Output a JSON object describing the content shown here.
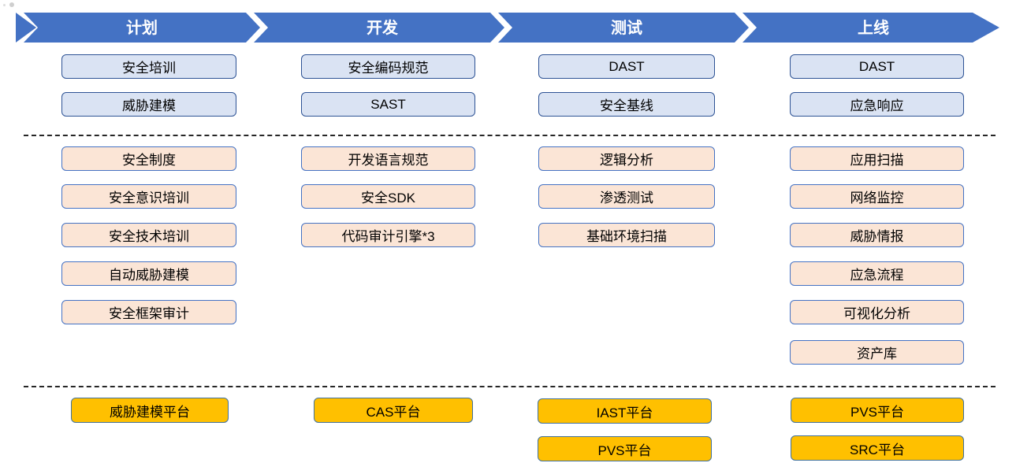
{
  "columns": [
    {
      "phase": "计划",
      "tier1": [
        "安全培训",
        "威胁建模"
      ],
      "tier2": [
        "安全制度",
        "安全意识培训",
        "安全技术培训",
        "自动威胁建模",
        "安全框架审计"
      ],
      "tier3": [
        "威胁建模平台"
      ]
    },
    {
      "phase": "开发",
      "tier1": [
        "安全编码规范",
        "SAST"
      ],
      "tier2": [
        "开发语言规范",
        "安全SDK",
        "代码审计引擎*3"
      ],
      "tier3": [
        "CAS平台"
      ]
    },
    {
      "phase": "测试",
      "tier1": [
        "DAST",
        "安全基线"
      ],
      "tier2": [
        "逻辑分析",
        "渗透测试",
        "基础环境扫描"
      ],
      "tier3": [
        "IAST平台",
        "PVS平台"
      ]
    },
    {
      "phase": "上线",
      "tier1": [
        "DAST",
        "应急响应"
      ],
      "tier2": [
        "应用扫描",
        "网络监控",
        "威胁情报",
        "应急流程",
        "可视化分析",
        "资产库"
      ],
      "tier3": [
        "PVS平台",
        "SRC平台"
      ]
    }
  ],
  "colors": {
    "arrow_blue": "#4472C4",
    "tier1_fill": "#DAE3F3",
    "tier1_border": "#2E5395",
    "tier2_fill": "#FBE5D6",
    "tier2_border": "#4472C4",
    "tier3_fill": "#FFC000",
    "tier3_border": "#41719C"
  }
}
